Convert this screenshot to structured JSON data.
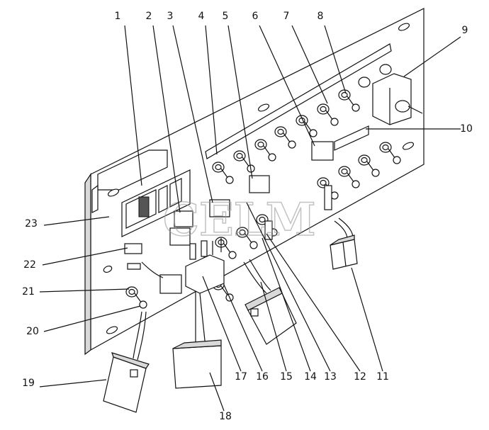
{
  "watermark": "CELM",
  "callouts": [
    "1",
    "2",
    "3",
    "4",
    "5",
    "6",
    "7",
    "8",
    "9",
    "10",
    "11",
    "12",
    "13",
    "14",
    "15",
    "16",
    "17",
    "18",
    "19",
    "20",
    "21",
    "22",
    "23"
  ]
}
